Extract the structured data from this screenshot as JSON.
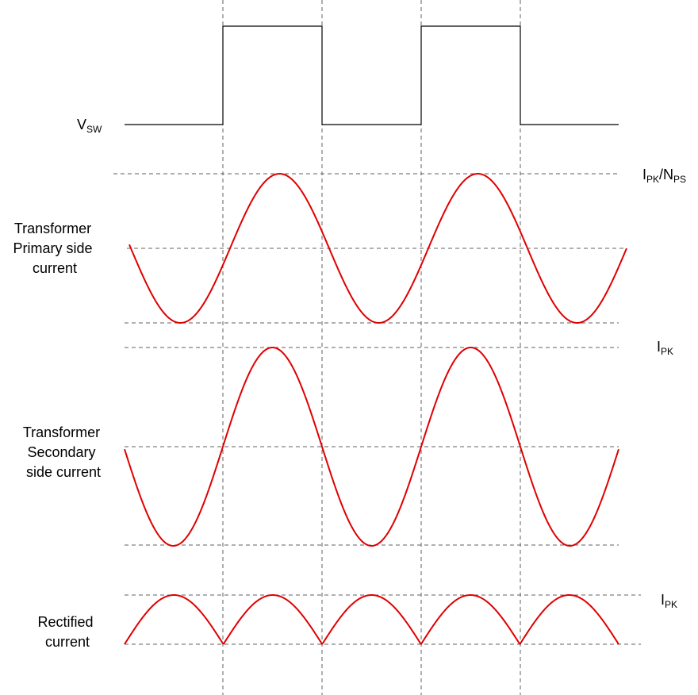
{
  "signals": {
    "vsw": {
      "main": "V",
      "sub": "SW"
    },
    "primary": {
      "lines": [
        "Transformer",
        "Primary side",
        "current"
      ]
    },
    "secondary": {
      "lines": [
        "Transformer",
        "Secondary",
        "side current"
      ]
    },
    "rectified": {
      "lines": [
        "Rectified",
        "current"
      ]
    }
  },
  "levels": {
    "primary_peak": {
      "i": "I",
      "i_sub": "PK",
      "slash": "/N",
      "n_sub": "PS"
    },
    "secondary_peak": {
      "i": "I",
      "i_sub": "PK"
    },
    "rectified_peak": {
      "i": "I",
      "i_sub": "PK"
    }
  },
  "colors": {
    "wave": "#e00000",
    "guide": "#606060",
    "switch": "#000000"
  }
}
